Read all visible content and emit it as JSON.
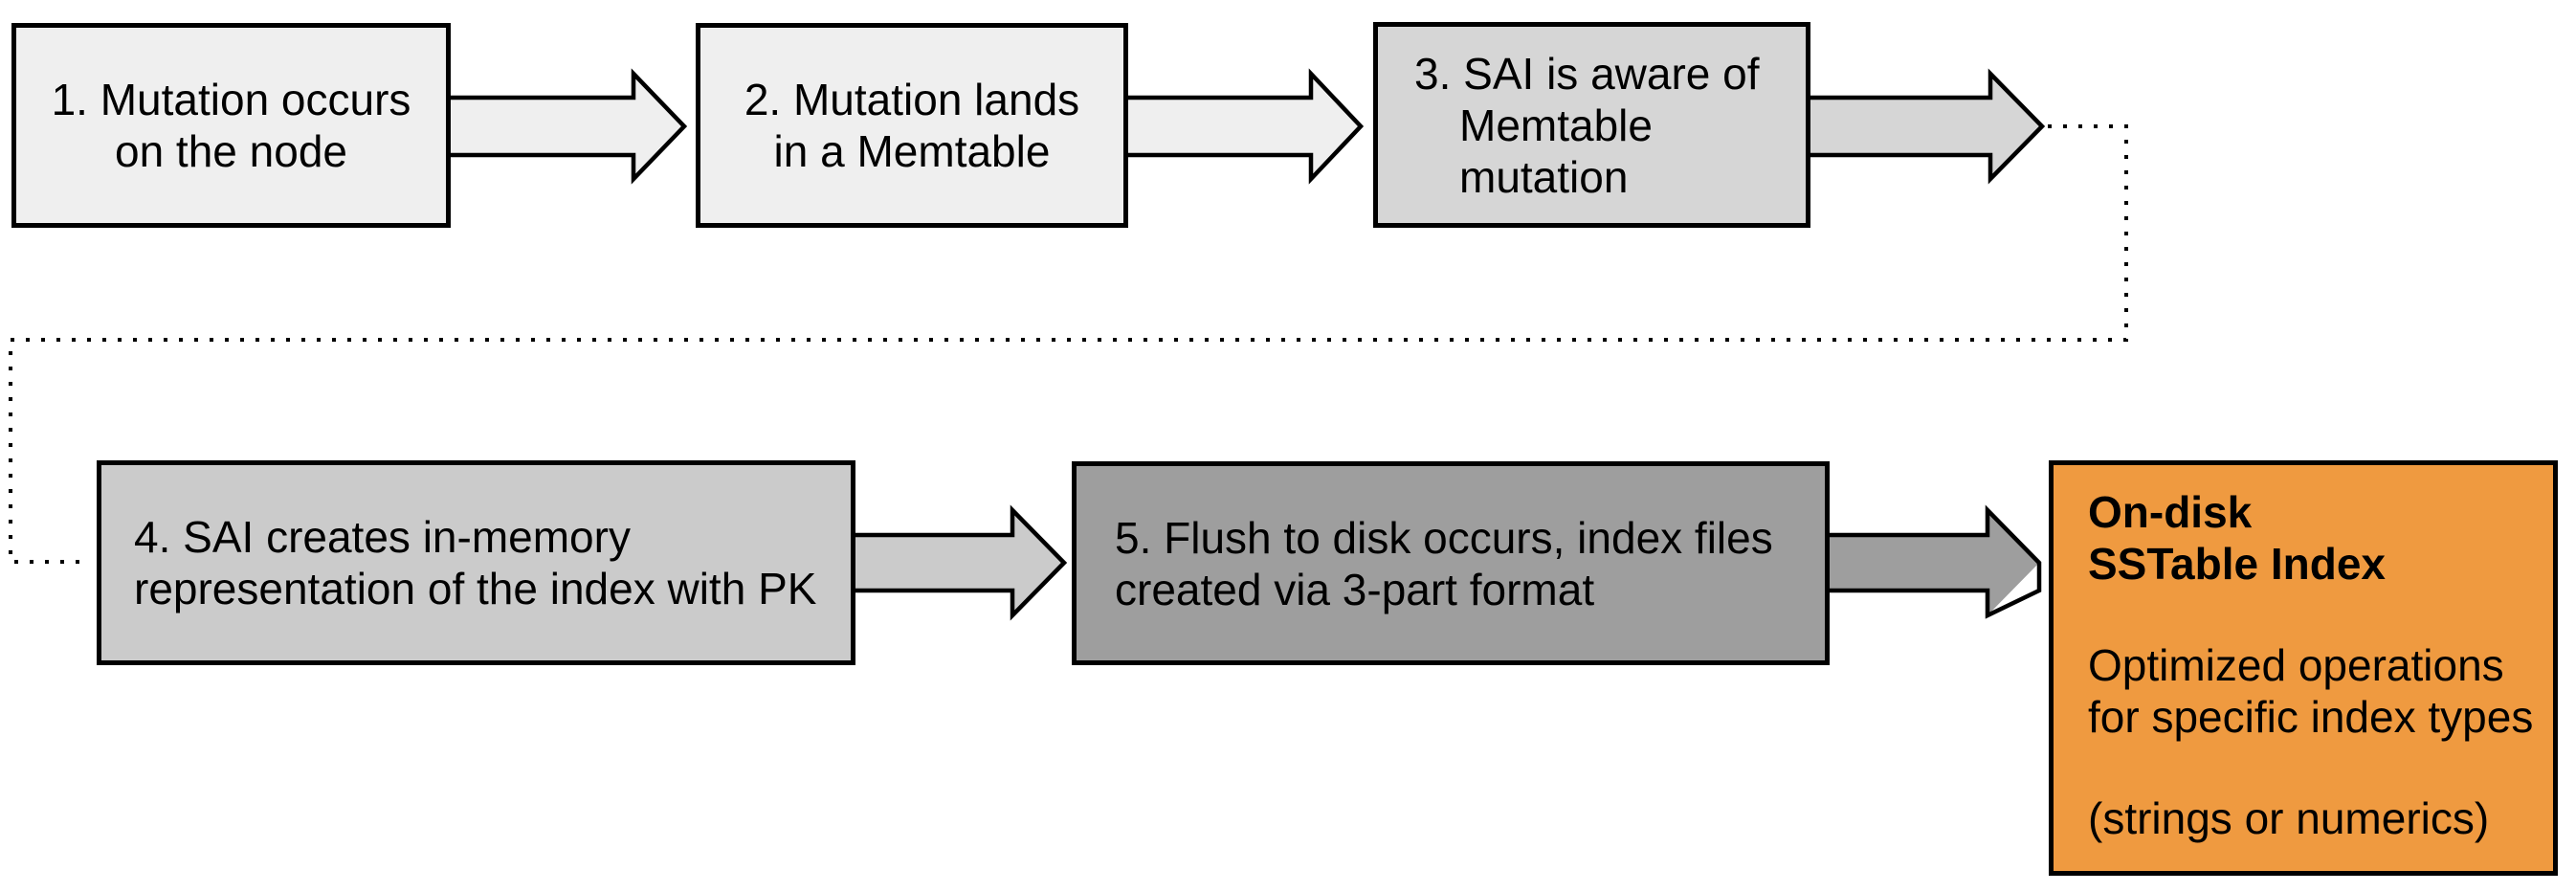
{
  "diagram": {
    "steps": [
      {
        "fill": "#EFEFEF",
        "lines": [
          "1. Mutation occurs",
          "on the node"
        ]
      },
      {
        "fill": "#EFEFEF",
        "lines": [
          "2. Mutation lands",
          "in a Memtable"
        ]
      },
      {
        "fill": "#D6D6D6",
        "lines": [
          "3. SAI is aware of",
          "Memtable",
          "mutation"
        ]
      },
      {
        "fill": "#CBCBCB",
        "lines": [
          "4. SAI creates in-memory",
          "representation of the index with PK"
        ]
      },
      {
        "fill": "#9E9E9E",
        "lines": [
          "5. Flush to disk occurs, index files",
          "created via 3-part format"
        ]
      }
    ],
    "result_box": {
      "fill": "#EF9A40",
      "title_lines": [
        "On-disk",
        "SSTable Index"
      ],
      "body_lines": [
        "Optimized operations",
        "for specific index types"
      ],
      "note_line": "(strings or numerics)"
    },
    "colors": {
      "outline": "#000000",
      "background": "#FFFFFF",
      "dotted_connector": "#000000"
    }
  }
}
